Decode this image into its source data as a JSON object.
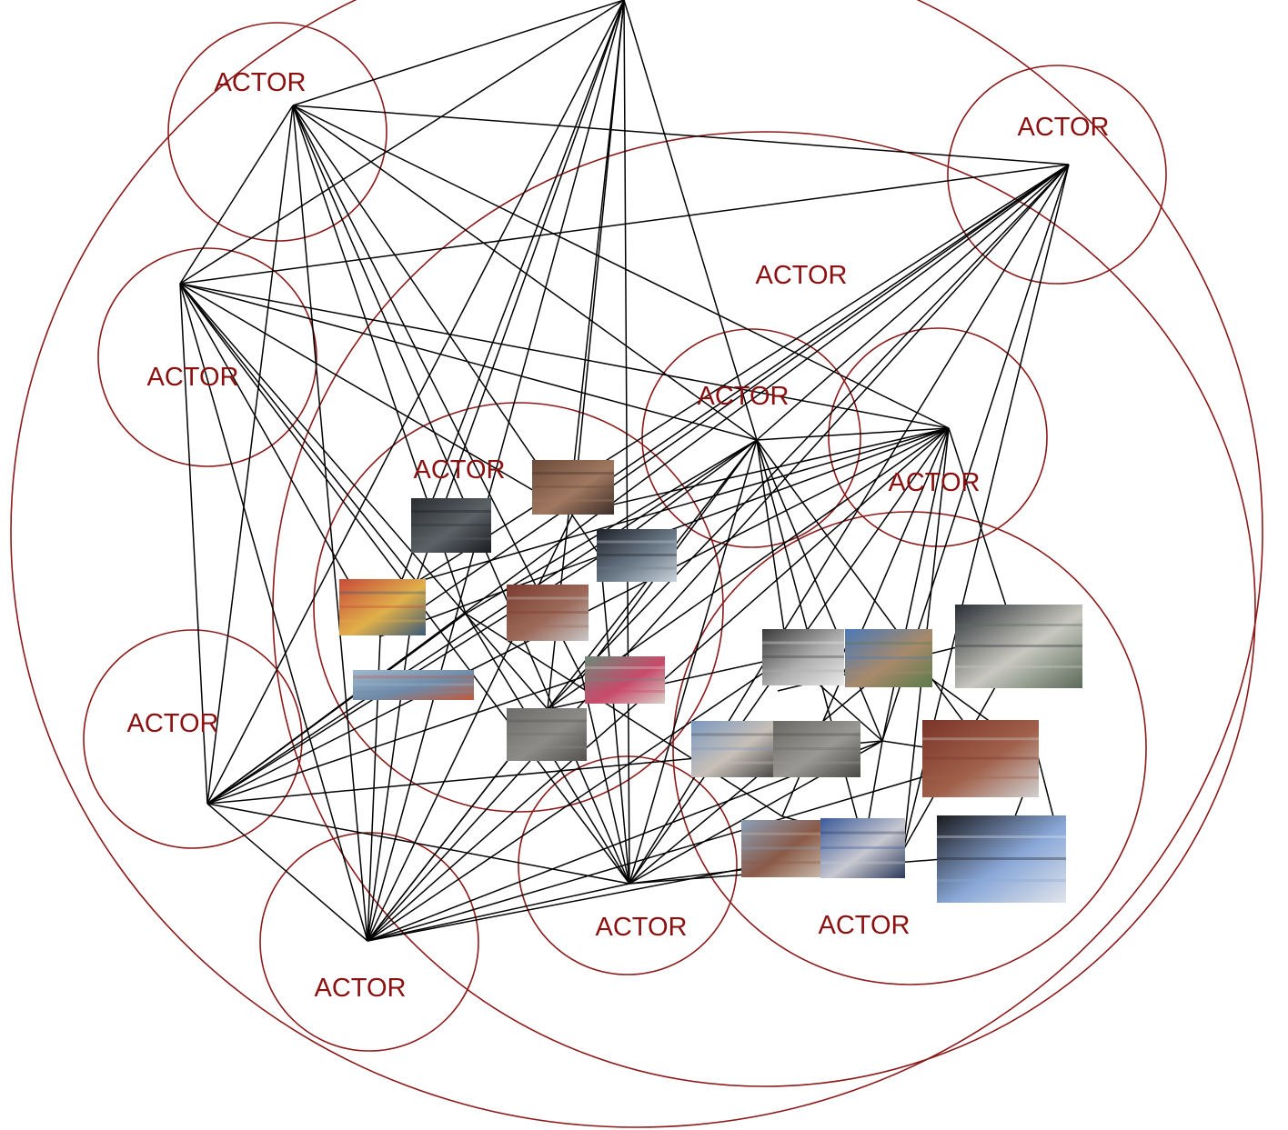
{
  "diagram": {
    "actor_label": "ACTOR",
    "colors": {
      "ring": "#8b1a1a",
      "label": "#8b1010",
      "link": "#000000",
      "background": "#ffffff"
    },
    "actors": [
      {
        "id": "actor-top-left",
        "label": "ACTOR"
      },
      {
        "id": "actor-left-upper",
        "label": "ACTOR"
      },
      {
        "id": "actor-left-lower",
        "label": "ACTOR"
      },
      {
        "id": "actor-bottom-left",
        "label": "ACTOR"
      },
      {
        "id": "actor-bottom-center",
        "label": "ACTOR"
      },
      {
        "id": "actor-bottom-right",
        "label": "ACTOR"
      },
      {
        "id": "actor-center-photos",
        "label": "ACTOR"
      },
      {
        "id": "actor-center-right",
        "label": "ACTOR"
      },
      {
        "id": "actor-right-middle",
        "label": "ACTOR"
      },
      {
        "id": "actor-top-right",
        "label": "ACTOR"
      },
      {
        "id": "actor-inner-large",
        "label": "ACTOR"
      }
    ],
    "photos": [
      {
        "name": "photo-rusty-chains",
        "palette": [
          "#6b4a3a",
          "#a07860",
          "#3d2e28"
        ]
      },
      {
        "name": "photo-dark-metal",
        "palette": [
          "#2a2d30",
          "#5c6166",
          "#1a1c1e"
        ]
      },
      {
        "name": "photo-corridor-interior",
        "palette": [
          "#1d2128",
          "#6c7a88",
          "#c9d2da"
        ]
      },
      {
        "name": "photo-graffiti-tyres",
        "palette": [
          "#c84a3a",
          "#e0b04a",
          "#3a5a78"
        ]
      },
      {
        "name": "photo-brick-wall",
        "palette": [
          "#7a3c2e",
          "#9c6a5a",
          "#c8c8c8"
        ]
      },
      {
        "name": "photo-harbour-skyline",
        "palette": [
          "#9fb8cf",
          "#6f8aa8",
          "#c25a3a"
        ]
      },
      {
        "name": "photo-market-stall",
        "palette": [
          "#6a8a7a",
          "#c84a6a",
          "#d8d0c8"
        ]
      },
      {
        "name": "photo-wooden-planks",
        "palette": [
          "#6e6c6a",
          "#8d8b88",
          "#54524f"
        ]
      },
      {
        "name": "photo-black-white-crowd",
        "palette": [
          "#3a3a3a",
          "#b0b0b0",
          "#e8e8e8"
        ]
      },
      {
        "name": "photo-apartment-blocks",
        "palette": [
          "#4a78b8",
          "#a88a6a",
          "#5a7a4a"
        ]
      },
      {
        "name": "photo-open-garage",
        "palette": [
          "#2a2e34",
          "#c8c8c0",
          "#5a6a58"
        ]
      },
      {
        "name": "photo-street-parking",
        "palette": [
          "#7a98c0",
          "#c8c0b8",
          "#4a4a4a"
        ]
      },
      {
        "name": "photo-timber-facade",
        "palette": [
          "#6a6864",
          "#9a9894",
          "#4a4844"
        ]
      },
      {
        "name": "photo-brick-grey-wall",
        "palette": [
          "#7a3428",
          "#a0604a",
          "#d0d0d0"
        ]
      },
      {
        "name": "photo-canal-houses",
        "palette": [
          "#8aa0b8",
          "#8a5a48",
          "#c8b8a8"
        ]
      },
      {
        "name": "photo-canal-apartments",
        "palette": [
          "#3a5a9a",
          "#c8c8d0",
          "#2a3a5a"
        ]
      },
      {
        "name": "photo-stair-bridge",
        "palette": [
          "#1a1a1e",
          "#8aa8d8",
          "#e0e4ea"
        ]
      }
    ]
  }
}
